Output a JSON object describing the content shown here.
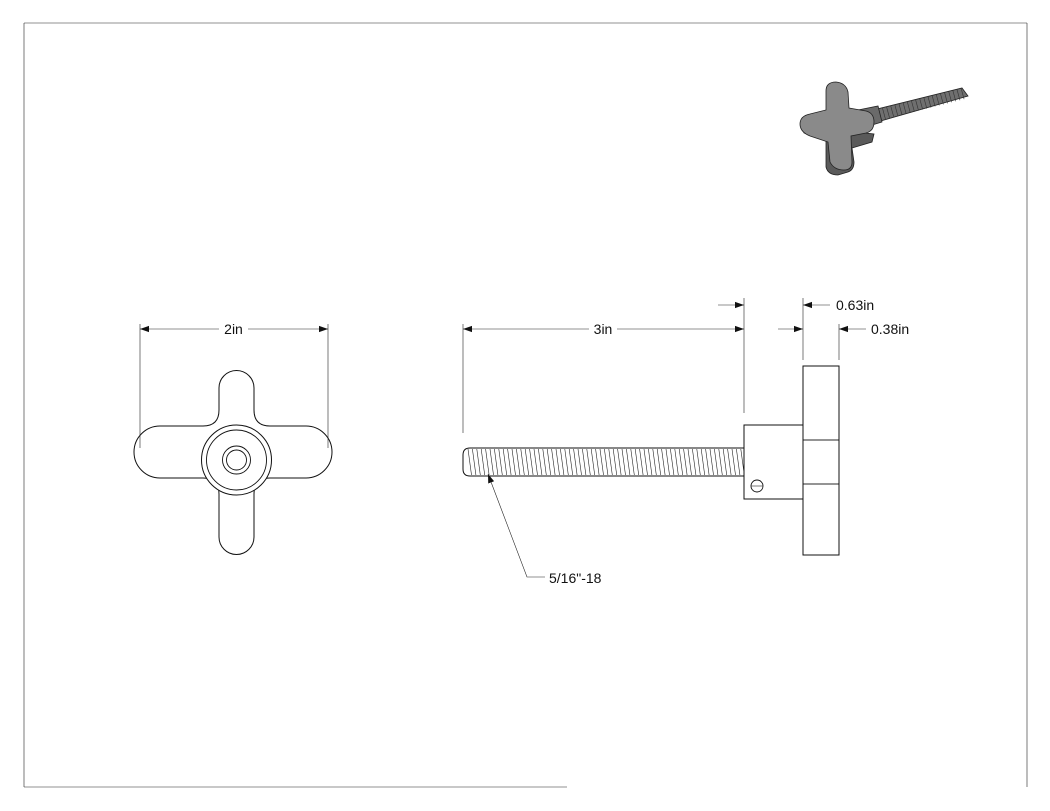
{
  "dimensions": {
    "width_front": "2in",
    "length_side": "3in",
    "knob_width": "0.63in",
    "hub_width": "0.38in",
    "thread_callout": "5/16\"-18"
  },
  "colors": {
    "line": "#111111",
    "paper": "#ffffff",
    "iso_face": "#8a8a8a",
    "iso_side": "#5a5a5a"
  }
}
